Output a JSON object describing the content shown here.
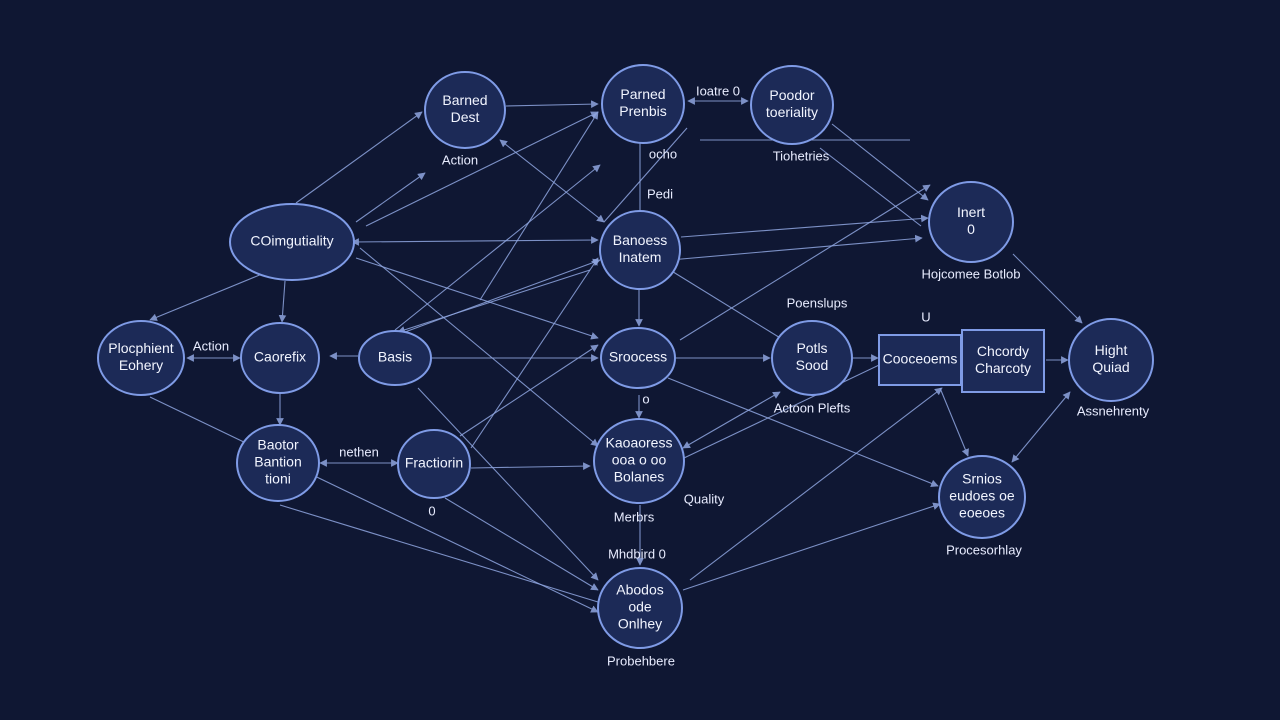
{
  "diagram": {
    "colors": {
      "background": "#0f1733",
      "node_fill": "#1c2a57",
      "node_stroke": "#7f9be6",
      "edge": "#8fa6e0",
      "text": "#f2f5ff"
    },
    "nodes": [
      {
        "id": "barned-dest",
        "lines": [
          "Barned",
          "Dest"
        ]
      },
      {
        "id": "parned-prenbis",
        "lines": [
          "Parned",
          "Prenbis"
        ]
      },
      {
        "id": "poodor-toeriality",
        "lines": [
          "Poodor",
          "toeriality"
        ]
      },
      {
        "id": "coimgutiality",
        "lines": [
          "COimgutiality"
        ]
      },
      {
        "id": "banoess-inatem",
        "lines": [
          "Banoess",
          "Inatem"
        ]
      },
      {
        "id": "inert-0",
        "lines": [
          "Inert",
          "0"
        ]
      },
      {
        "id": "plocphient-eohery",
        "lines": [
          "Plocphient",
          "Eohery"
        ]
      },
      {
        "id": "caorefix",
        "lines": [
          "Caorefix"
        ]
      },
      {
        "id": "basis",
        "lines": [
          "Basis"
        ]
      },
      {
        "id": "sroocess",
        "lines": [
          "Sroocess"
        ]
      },
      {
        "id": "potls-sood",
        "lines": [
          "Potls",
          "Sood"
        ]
      },
      {
        "id": "cooceoems",
        "lines": [
          "Cooceoems"
        ]
      },
      {
        "id": "chcordy-charcoty",
        "lines": [
          "Chcordy",
          "Charcoty"
        ]
      },
      {
        "id": "hight-quiad",
        "lines": [
          "Hight",
          "Quiad"
        ]
      },
      {
        "id": "baotor-bantion-tioni",
        "lines": [
          "Baotor",
          "Bantion",
          "tioni"
        ]
      },
      {
        "id": "fractiorin",
        "lines": [
          "Fractiorin"
        ]
      },
      {
        "id": "kaoaoress-bolanes",
        "lines": [
          "Kaoaoress",
          "ooa o oo",
          "Bolanes"
        ]
      },
      {
        "id": "srnios",
        "lines": [
          "Srnios",
          "eudoes oe",
          "eoeoes"
        ]
      },
      {
        "id": "abodos-ode-onlhey",
        "lines": [
          "Abodos",
          "ode",
          "Onlhey"
        ]
      }
    ],
    "labels": [
      {
        "id": "lbl-action-1",
        "text": "Action"
      },
      {
        "id": "lbl-ioatre-0",
        "text": "Ioatre 0"
      },
      {
        "id": "lbl-ocho",
        "text": "ocho"
      },
      {
        "id": "lbl-tiohetries",
        "text": "Tiohetries"
      },
      {
        "id": "lbl-pedi",
        "text": "Pedi"
      },
      {
        "id": "lbl-hojcomee",
        "text": "Hojcomee Botlob"
      },
      {
        "id": "lbl-poenslups",
        "text": "Poenslups"
      },
      {
        "id": "lbl-u",
        "text": "U"
      },
      {
        "id": "lbl-action-2",
        "text": "Action"
      },
      {
        "id": "lbl-o-1",
        "text": "o"
      },
      {
        "id": "lbl-actoon",
        "text": "Actoon Plefts"
      },
      {
        "id": "lbl-assnehrenty",
        "text": "Assnehrenty"
      },
      {
        "id": "lbl-nethen",
        "text": "nethen"
      },
      {
        "id": "lbl-quality",
        "text": "Quality"
      },
      {
        "id": "lbl-zero",
        "text": "0"
      },
      {
        "id": "lbl-merbrs",
        "text": "Merbrs"
      },
      {
        "id": "lbl-mhdbird",
        "text": "Mhdbird 0"
      },
      {
        "id": "lbl-procesorhlay",
        "text": "Procesorhlay"
      },
      {
        "id": "lbl-probehbere",
        "text": "Probehbere"
      }
    ]
  }
}
